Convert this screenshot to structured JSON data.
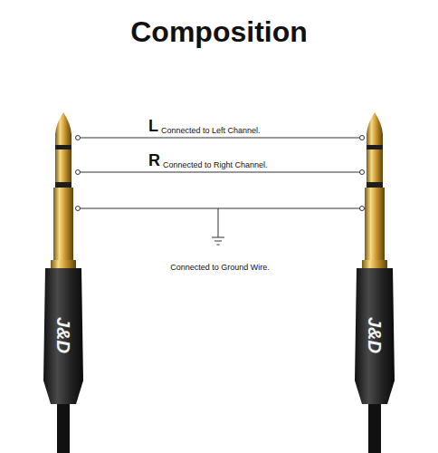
{
  "diagram": {
    "title": "Composition",
    "labels": [
      "L",
      "Connected to Left Channel.",
      "R",
      "Connected to Right Channel.",
      "Connected to Ground Wire.",
      "J&D",
      "J&D"
    ]
  }
}
